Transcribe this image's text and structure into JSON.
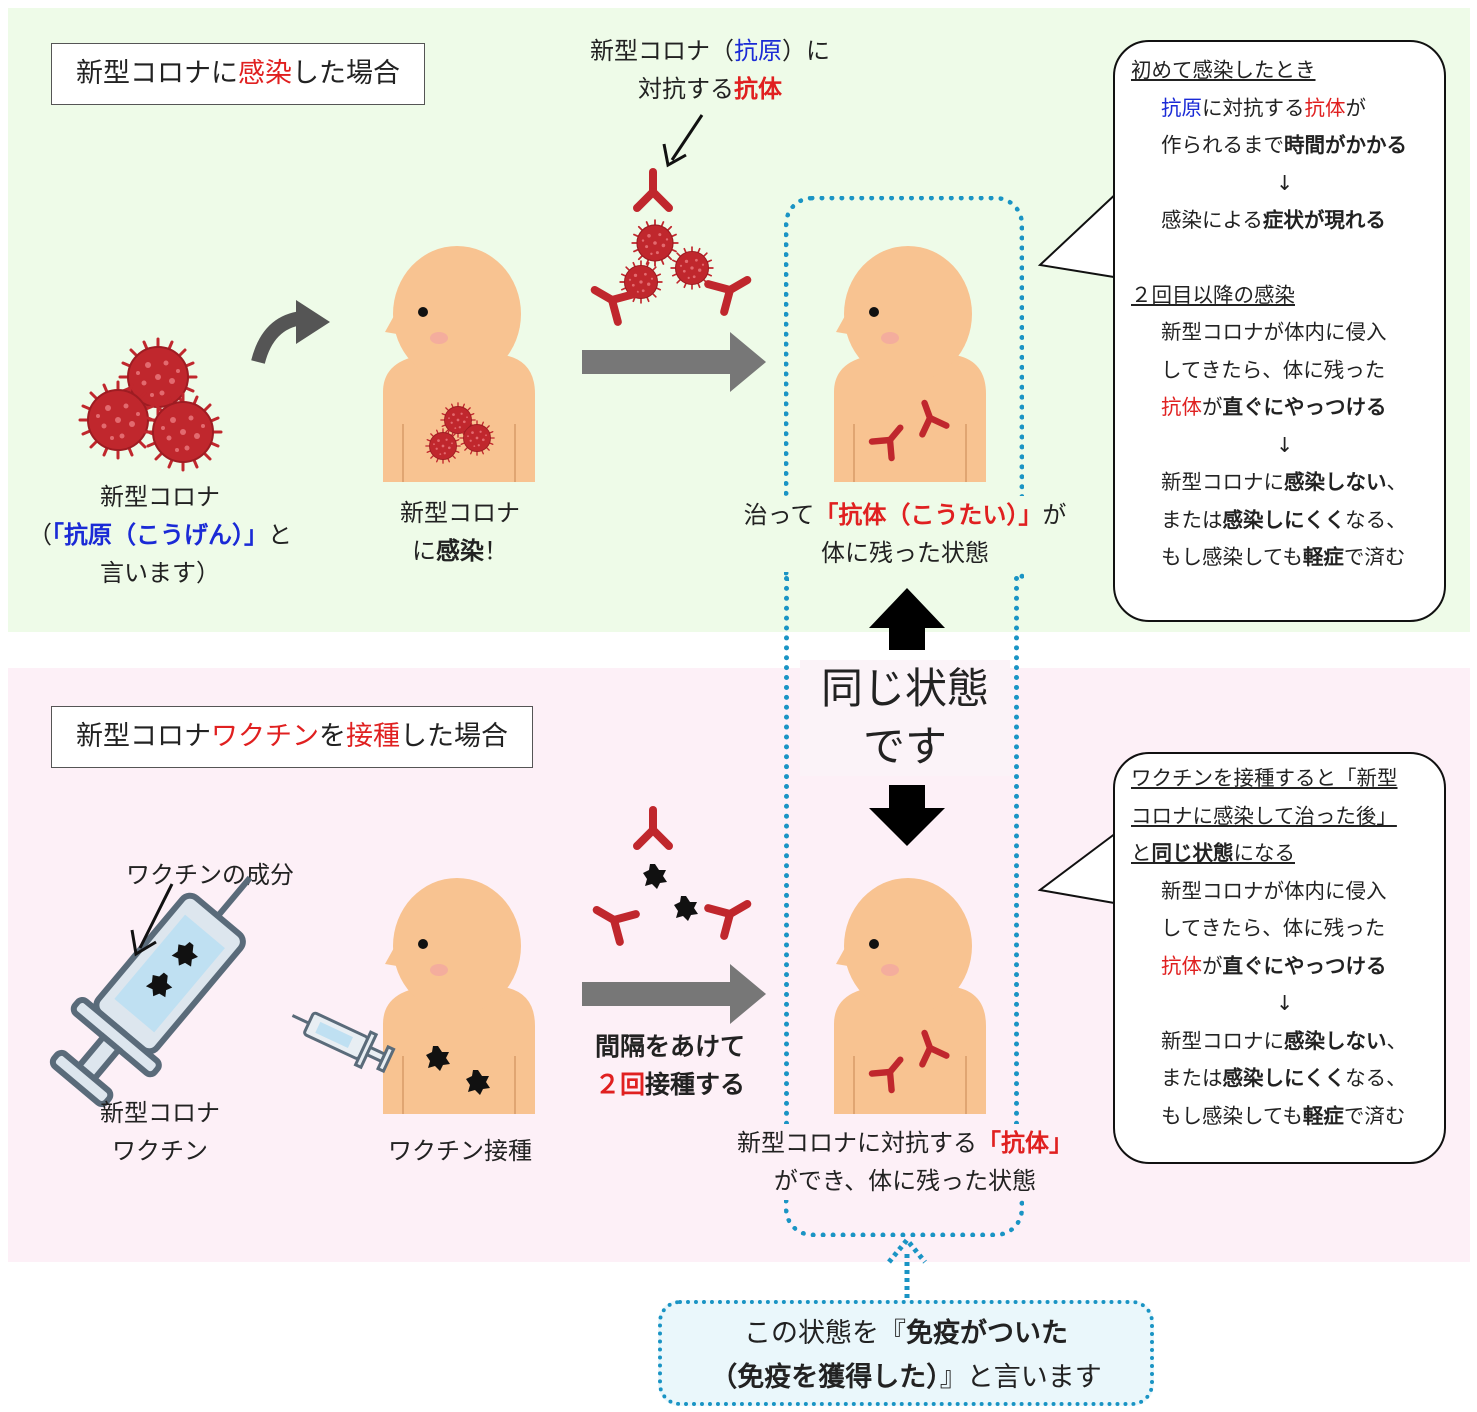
{
  "top": {
    "title_pre": "新型コロナに",
    "title_red": "感染",
    "title_post": "した場合",
    "antibody_cap": {
      "l1_a": "新型コロナ（",
      "l1_blue": "抗原",
      "l1_b": "）に",
      "l2_a": "対抗する",
      "l2_red": "抗体"
    },
    "virus_cap": {
      "l1": "新型コロナ",
      "l2_a": "（",
      "l2_blue": "「抗原（こうげん）」",
      "l2_b": "と",
      "l3": "言います）"
    },
    "infected_cap": {
      "l1": "新型コロナ",
      "l2_a": "に",
      "l2_bold": "感染",
      "l2_b": "！"
    },
    "recovered_cap": {
      "l1_a": "治って",
      "l1_red": "「抗体（こうたい）」",
      "l1_b": "が",
      "l2": "体に残った状態"
    },
    "note": {
      "h1": "初めて感染したとき",
      "l1_blue": "抗原",
      "l1_a": "に対抗する",
      "l1_red": "抗体",
      "l1_b": "が",
      "l2_a": "作られるまで",
      "l2_bold": "時間がかかる",
      "arrow": "↓",
      "l3_a": "感染による",
      "l3_bold": "症状が現れる",
      "h2": "２回目以降の感染",
      "l4": "新型コロナが体内に侵入",
      "l5": "してきたら、体に残った",
      "l6_red": "抗体",
      "l6_a": "が",
      "l6_bold": "直ぐにやっつける",
      "l7_a": "新型コロナに",
      "l7_bold": "感染しない",
      "l7_b": "、",
      "l8_a": "または",
      "l8_bold": "感染しにくく",
      "l8_b": "なる、",
      "l9_a": "もし感染しても",
      "l9_bold": "軽症",
      "l9_b": "で済む"
    }
  },
  "middle": {
    "same_l1": "同じ状態",
    "same_l2": "です"
  },
  "bottom": {
    "title_pre": "新型コロナ",
    "title_red1": "ワクチン",
    "title_mid": "を",
    "title_red2": "接種",
    "title_post": "した場合",
    "ingredient_label": "ワクチンの成分",
    "vaccine_cap": {
      "l1": "新型コロナ",
      "l2": "ワクチン"
    },
    "shot_cap": "ワクチン接種",
    "interval_cap": {
      "l1": "間隔をあけて",
      "l2_red": "２回",
      "l2_b": "接種する"
    },
    "state_cap": {
      "l1_a": "新型コロナに対抗する",
      "l1_red": "「抗体」",
      "l2": "ができ、体に残った状態"
    },
    "note": {
      "h1": "ワクチンを接種すると「新型",
      "h2": "コロナに感染して治った後」",
      "h3_a": "と",
      "h3_bold": "同じ状態",
      "h3_b": "になる",
      "l4": "新型コロナが体内に侵入",
      "l5": "してきたら、体に残った",
      "l6_red": "抗体",
      "l6_a": "が",
      "l6_bold": "直ぐにやっつける",
      "arrow": "↓",
      "l7_a": "新型コロナに",
      "l7_bold": "感染しない",
      "l7_b": "、",
      "l8_a": "または",
      "l8_bold": "感染しにくく",
      "l8_b": "なる、",
      "l9_a": "もし感染しても",
      "l9_bold": "軽症",
      "l9_b": "で済む"
    }
  },
  "footer": {
    "l1_a": "この状態を『",
    "l1_bold": "免疫がついた",
    "l2_bold": "（免疫を獲得した）",
    "l2_a": "』と言います"
  },
  "colors": {
    "virus": "#c0272d",
    "antibody": "#c0272d",
    "skin": "#f8c391",
    "dotted": "#1a94c4",
    "green_panel": "#eefbe8",
    "pink_panel": "#fdf0f7"
  }
}
